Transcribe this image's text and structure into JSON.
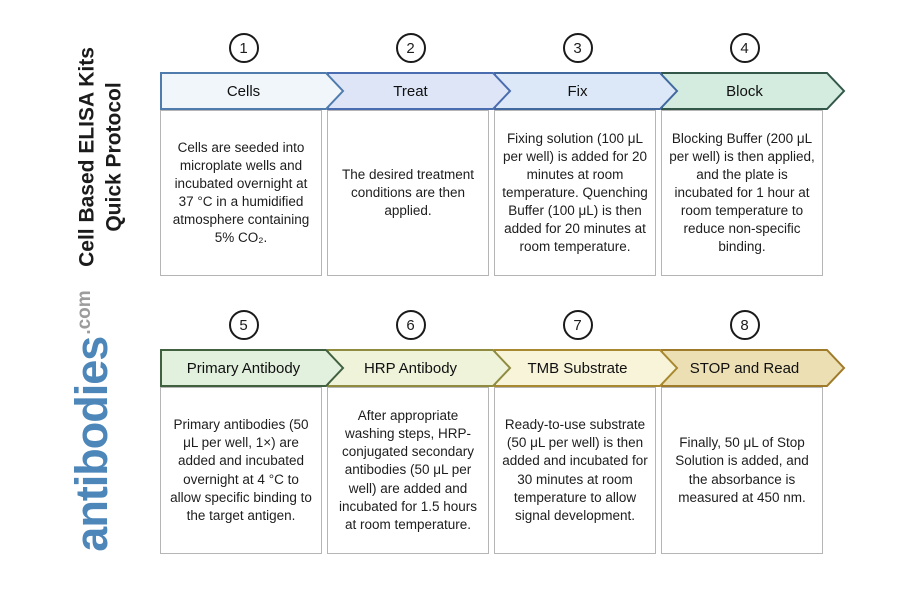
{
  "sidebar": {
    "title_line1": "Cell Based ELISA Kits",
    "title_line2": "Quick Protocol",
    "brand": "antibodies",
    "brand_suffix": ".com",
    "brand_color": "#4d86b9",
    "suffix_color": "#9c9c9c"
  },
  "steps": [
    {
      "number": "1",
      "label": "Cells",
      "description": "Cells are seeded into microplate wells and incubated overnight at 37 °C in a humidified atmosphere containing 5% CO₂.",
      "header_fill": "#f1f6fb",
      "header_stroke": "#4f7cad"
    },
    {
      "number": "2",
      "label": "Treat",
      "description": "The desired treatment conditions are then applied.",
      "header_fill": "#dde5f7",
      "header_stroke": "#4a6cb0"
    },
    {
      "number": "3",
      "label": "Fix",
      "description": "Fixing solution (100 μL per well) is added for 20 minutes at room temperature. Quenching Buffer (100 μL) is then added for 20 minutes at room temperature.",
      "header_fill": "#dce8f7",
      "header_stroke": "#41699f"
    },
    {
      "number": "4",
      "label": "Block",
      "description": "Blocking Buffer (200 μL per well) is then applied, and the plate is incubated for 1 hour at room temperature to reduce non-specific binding.",
      "header_fill": "#d3ecdf",
      "header_stroke": "#33584a"
    },
    {
      "number": "5",
      "label": "Primary Antibody",
      "description": "Primary antibodies (50 μL per well, 1×) are added and incubated overnight at 4 °C to allow specific binding to the target antigen.",
      "header_fill": "#e2f1de",
      "header_stroke": "#41603f"
    },
    {
      "number": "6",
      "label": "HRP Antibody",
      "description": "After appropriate washing steps, HRP-conjugated secondary antibodies (50 μL per well) are added and incubated for 1.5 hours at room temperature.",
      "header_fill": "#eef3da",
      "header_stroke": "#8f8c40"
    },
    {
      "number": "7",
      "label": "TMB Substrate",
      "description": "Ready-to-use substrate (50 μL per well) is then added and incubated for 30 minutes at room temperature to allow signal development.",
      "header_fill": "#f8f4da",
      "header_stroke": "#a8892f"
    },
    {
      "number": "8",
      "label": "STOP and Read",
      "description": "Finally, 50 μL of Stop Solution is added, and the absorbance is measured at 450 nm.",
      "header_fill": "#ecdfb4",
      "header_stroke": "#9f7a28"
    }
  ]
}
